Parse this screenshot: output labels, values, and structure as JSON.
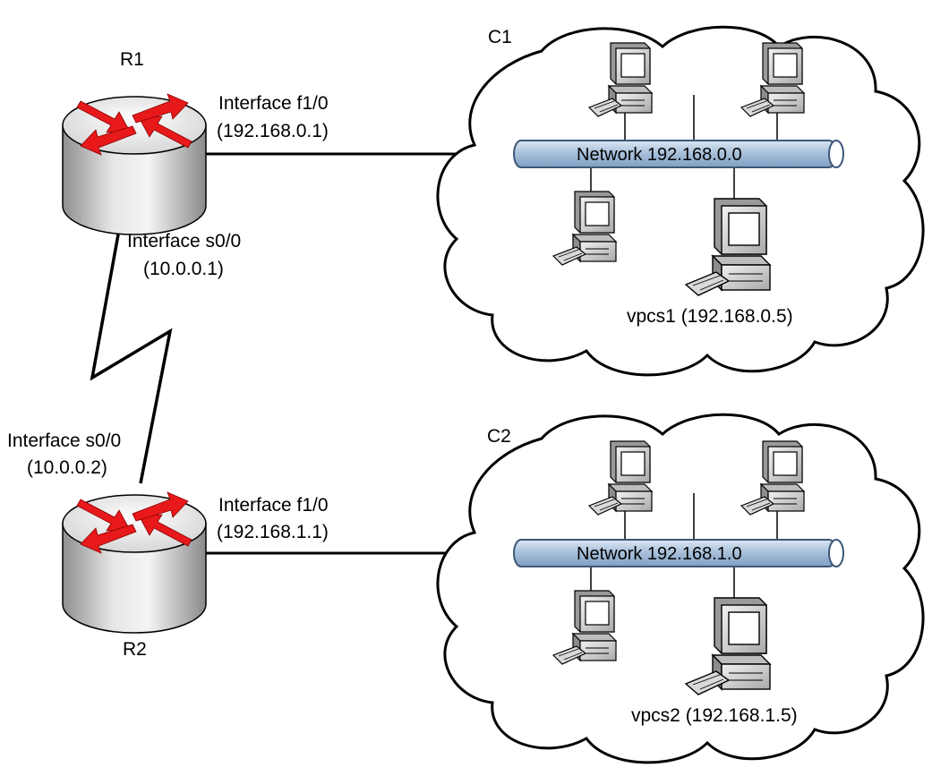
{
  "routers": [
    {
      "name": "R1",
      "lan_interface": "Interface f1/0",
      "lan_ip": "(192.168.0.1)",
      "serial_interface": "Interface s0/0",
      "serial_ip": "(10.0.0.1)"
    },
    {
      "name": "R2",
      "lan_interface": "Interface f1/0",
      "lan_ip": "(192.168.1.1)",
      "serial_interface": "Interface s0/0",
      "serial_ip": "(10.0.0.2)"
    }
  ],
  "clouds": [
    {
      "name": "C1",
      "network": "Network 192.168.0.0",
      "host": "vpcs1 (192.168.0.5)"
    },
    {
      "name": "C2",
      "network": "Network 192.168.1.0",
      "host": "vpcs2 (192.168.1.5)"
    }
  ],
  "colors": {
    "router_arrow": "#e8191b",
    "router_body": "#c9c9c9",
    "bus_fill": "#a9c1db",
    "bus_stroke": "#3d5878"
  }
}
